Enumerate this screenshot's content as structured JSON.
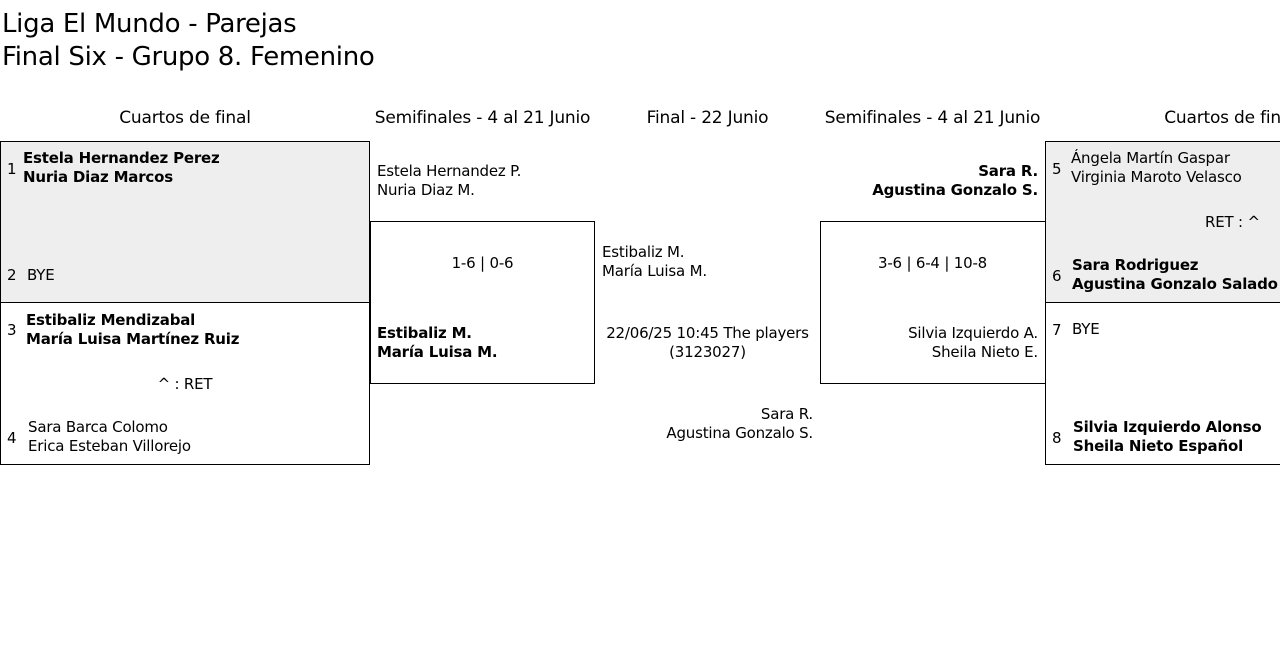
{
  "header": {
    "title_line1": "Liga El Mundo - Parejas",
    "title_line2": "Final Six - Grupo 8. Femenino"
  },
  "rounds": {
    "qf_left": "Cuartos de final",
    "sf_left": "Semifinales - 4 al 21 Junio",
    "final": "Final - 22 Junio",
    "sf_right": "Semifinales - 4 al 21 Junio",
    "qf_right": "Cuartos de final"
  },
  "qf_left": {
    "s1": {
      "seed": "1",
      "p1": "Estela Hernandez Perez",
      "p2": "Nuria Diaz Marcos"
    },
    "s2": {
      "seed": "2",
      "p1": "BYE"
    },
    "s3": {
      "seed": "3",
      "p1": "Estibaliz Mendizabal",
      "p2": "María Luisa Martínez Ruiz"
    },
    "s4": {
      "seed": "4",
      "p1": "Sara Barca Colomo",
      "p2": "Erica Esteban Villorejo"
    },
    "score2": "^ : RET"
  },
  "sf_left": {
    "top": {
      "p1": "Estela Hernandez P.",
      "p2": "Nuria Diaz M."
    },
    "score": "1-6 | 0-6",
    "bottom": {
      "p1": "Estibaliz M.",
      "p2": "María Luisa M."
    }
  },
  "final": {
    "top": {
      "p1": "Estibaliz M.",
      "p2": "María Luisa M."
    },
    "schedule": "22/06/25 10:45 The players",
    "code": "(3123027)",
    "bottom": {
      "p1": "Sara R.",
      "p2": "Agustina Gonzalo S."
    }
  },
  "sf_right": {
    "top": {
      "p1": "Sara R.",
      "p2": "Agustina Gonzalo S."
    },
    "score": "3-6 | 6-4 | 10-8",
    "bottom": {
      "p1": "Silvia Izquierdo A.",
      "p2": "Sheila Nieto E."
    }
  },
  "qf_right": {
    "s5": {
      "seed": "5",
      "p1": "Ángela Martín Gaspar",
      "p2": "Virginia Maroto Velasco"
    },
    "s6": {
      "seed": "6",
      "p1": "Sara Rodriguez",
      "p2": "Agustina Gonzalo Salado"
    },
    "s7": {
      "seed": "7",
      "p1": "BYE"
    },
    "s8": {
      "seed": "8",
      "p1": "Silvia Izquierdo Alonso",
      "p2": "Sheila Nieto Español"
    },
    "score1": "RET : ^"
  }
}
